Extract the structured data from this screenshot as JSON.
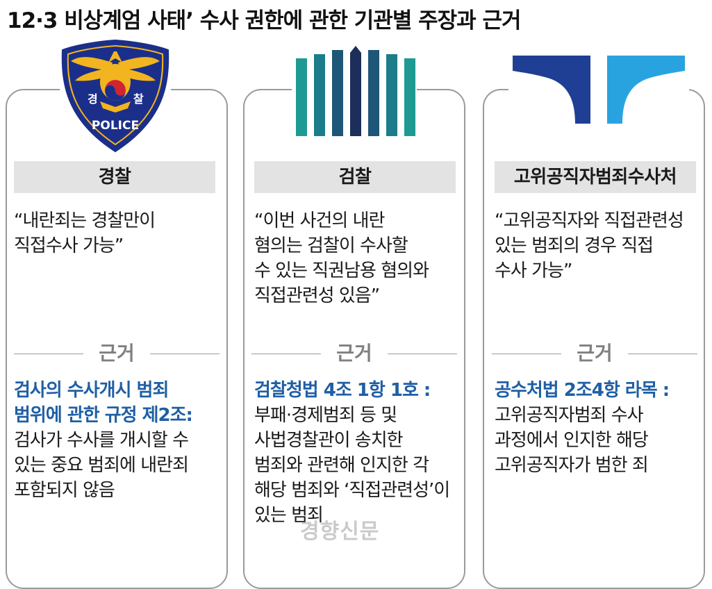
{
  "title": "12·3 비상계엄 사태’ 수사 권한에 관한 기관별 주장과 근거",
  "agencies": [
    {
      "name": "경찰",
      "logo": {
        "icon": "police-emblem-icon",
        "left_char": "경",
        "right_char": "찰",
        "text": "POLICE",
        "colors": {
          "shield": "#1b2f8a",
          "gold": "#f2b51f"
        }
      },
      "quote": [
        "“내란죄는 경찰만이",
        " 직접수사 가능”"
      ],
      "basis_label": "근거",
      "law": [
        "검사의 수사개시 범죄",
        "범위에 관한 규정 제2조:"
      ],
      "desc": [
        "검사가 수사를 개시할 수",
        "있는 중요 범죄에 내란죄",
        "포함되지 않음"
      ]
    },
    {
      "name": "검찰",
      "logo": {
        "icon": "prosecution-bars-icon",
        "colors": [
          "#1e9a93",
          "#1c7c8a",
          "#1d5777",
          "#1c2f5b",
          "#1d5777",
          "#1c7c8a",
          "#1e9a93"
        ]
      },
      "quote": [
        "“이번 사건의 내란",
        " 혐의는 검찰이 수사할",
        " 수 있는 직권남용 혐의와",
        " 직접관련성 있음”"
      ],
      "basis_label": "근거",
      "law": [
        "검찰청법 4조 1항 1호 :"
      ],
      "desc": [
        "부패·경제범죄 등 및",
        "사법경찰관이 송치한",
        "범죄와 관련해 인지한 각",
        "해당 범죄와 ‘직접관련성’이",
        "있는 범죄"
      ]
    },
    {
      "name": "고위공직자범죄수사처",
      "logo": {
        "icon": "cio-wings-icon",
        "colors": {
          "left": "#1f3f94",
          "right": "#29a3e0"
        }
      },
      "quote": [
        "“고위공직자와 직접관련성",
        " 있는 범죄의 경우 직접",
        " 수사 가능”"
      ],
      "basis_label": "근거",
      "law": [
        "공수처법 2조4항 라목 :"
      ],
      "desc": [
        "고위공직자범죄 수사",
        "과정에서 인지한 해당",
        "고위공직자가 범한 죄"
      ]
    }
  ],
  "watermark": "경향신문"
}
